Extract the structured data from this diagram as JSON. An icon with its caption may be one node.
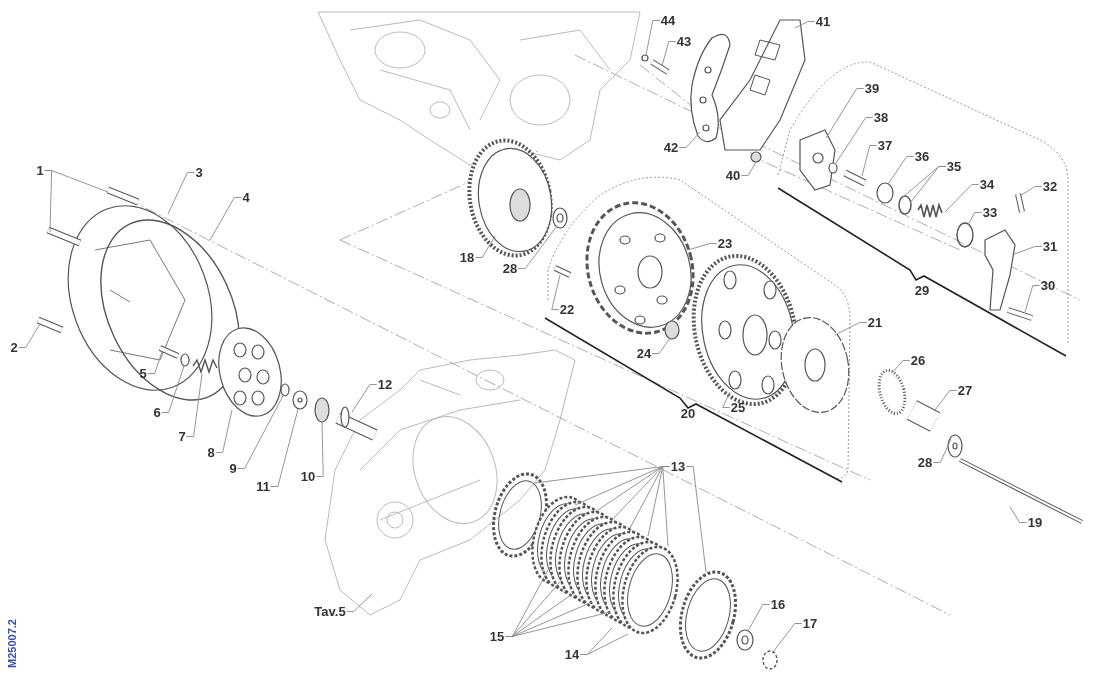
{
  "diagram": {
    "nodes": [
      {
        "text": [
          "1"
        ]
      },
      {
        "text": [
          "2"
        ]
      },
      {
        "text": [
          "3"
        ]
      },
      {
        "text": [
          "4"
        ]
      },
      {
        "text": [
          "5"
        ]
      },
      {
        "text": [
          "6"
        ]
      },
      {
        "text": [
          "7"
        ]
      },
      {
        "text": [
          "8"
        ]
      },
      {
        "text": [
          "9"
        ]
      },
      {
        "text": [
          "10"
        ]
      },
      {
        "text": [
          "11"
        ]
      },
      {
        "text": [
          "12"
        ]
      },
      {
        "text": [
          "13"
        ]
      },
      {
        "text": [
          "14"
        ]
      },
      {
        "text": [
          "15"
        ]
      },
      {
        "text": [
          "16"
        ]
      },
      {
        "text": [
          "17"
        ]
      },
      {
        "text": [
          "18"
        ]
      },
      {
        "text": [
          "19"
        ]
      },
      {
        "text": [
          "21"
        ]
      },
      {
        "text": [
          "22"
        ]
      },
      {
        "text": [
          "23"
        ]
      },
      {
        "text": [
          "24"
        ]
      },
      {
        "text": [
          "25"
        ]
      },
      {
        "text": [
          "26"
        ]
      },
      {
        "text": [
          "27"
        ]
      },
      {
        "text": [
          "28"
        ]
      },
      {
        "text": [
          "28"
        ]
      },
      {
        "text": [
          "30"
        ]
      },
      {
        "text": [
          "31"
        ]
      },
      {
        "text": [
          "32"
        ]
      },
      {
        "text": [
          "33"
        ]
      },
      {
        "text": [
          "34"
        ]
      },
      {
        "text": [
          "35"
        ]
      },
      {
        "text": [
          "36"
        ]
      },
      {
        "text": [
          "37"
        ]
      },
      {
        "text": [
          "38"
        ]
      },
      {
        "text": [
          "39"
        ]
      },
      {
        "text": [
          "40"
        ]
      },
      {
        "text": [
          "41"
        ]
      },
      {
        "text": [
          "42"
        ]
      },
      {
        "text": [
          "43"
        ]
      },
      {
        "text": [
          "44"
        ]
      },
      {
        "text": [
          "Tav.5"
        ]
      }
    ],
    "edges": [
      {
        "from": 0,
        "to": null,
        "arrow": "none"
      },
      {
        "from": 0,
        "to": null,
        "arrow": "none"
      },
      {
        "from": 1,
        "to": null,
        "arrow": "none"
      },
      {
        "from": 2,
        "to": null,
        "arrow": "none"
      },
      {
        "from": 3,
        "to": null,
        "arrow": "none"
      },
      {
        "from": 4,
        "to": null,
        "arrow": "none"
      },
      {
        "from": 5,
        "to": null,
        "arrow": "none"
      },
      {
        "from": 6,
        "to": null,
        "arrow": "none"
      },
      {
        "from": 7,
        "to": null,
        "arrow": "none"
      },
      {
        "from": 8,
        "to": null,
        "arrow": "none"
      },
      {
        "from": 9,
        "to": null,
        "arrow": "none"
      },
      {
        "from": 10,
        "to": null,
        "arrow": "none"
      },
      {
        "from": 11,
        "to": null,
        "arrow": "none"
      },
      {
        "from": 12,
        "to": null,
        "arrow": "none"
      },
      {
        "from": 12,
        "to": null,
        "arrow": "none"
      },
      {
        "from": 12,
        "to": null,
        "arrow": "none"
      },
      {
        "from": 12,
        "to": null,
        "arrow": "none"
      },
      {
        "from": 12,
        "to": null,
        "arrow": "none"
      },
      {
        "from": 12,
        "to": null,
        "arrow": "none"
      },
      {
        "from": 12,
        "to": null,
        "arrow": "none"
      },
      {
        "from": 12,
        "to": null,
        "arrow": "none"
      },
      {
        "from": 13,
        "to": null,
        "arrow": "none"
      },
      {
        "from": 13,
        "to": null,
        "arrow": "none"
      },
      {
        "from": 14,
        "to": null,
        "arrow": "none"
      },
      {
        "from": 14,
        "to": null,
        "arrow": "none"
      },
      {
        "from": 14,
        "to": null,
        "arrow": "none"
      },
      {
        "from": 14,
        "to": null,
        "arrow": "none"
      },
      {
        "from": 14,
        "to": null,
        "arrow": "none"
      },
      {
        "from": 15,
        "to": null,
        "arrow": "none"
      },
      {
        "from": 16,
        "to": null,
        "arrow": "none"
      },
      {
        "from": 17,
        "to": null,
        "arrow": "none"
      },
      {
        "from": 18,
        "to": null,
        "arrow": "none"
      },
      {
        "from": 19,
        "to": null,
        "arrow": "none"
      },
      {
        "from": 20,
        "to": null,
        "arrow": "none"
      },
      {
        "from": 21,
        "to": null,
        "arrow": "none"
      },
      {
        "from": 22,
        "to": null,
        "arrow": "none"
      },
      {
        "from": 23,
        "to": null,
        "arrow": "none"
      },
      {
        "from": 24,
        "to": null,
        "arrow": "none"
      },
      {
        "from": 25,
        "to": null,
        "arrow": "none"
      },
      {
        "from": 26,
        "to": null,
        "arrow": "none"
      },
      {
        "from": 27,
        "to": null,
        "arrow": "none"
      },
      {
        "from": 28,
        "to": null,
        "arrow": "none"
      },
      {
        "from": 29,
        "to": null,
        "arrow": "none"
      },
      {
        "from": 30,
        "to": null,
        "arrow": "none"
      },
      {
        "from": 31,
        "to": null,
        "arrow": "none"
      },
      {
        "from": 32,
        "to": null,
        "arrow": "none"
      },
      {
        "from": 33,
        "to": null,
        "arrow": "none"
      },
      {
        "from": 33,
        "to": null,
        "arrow": "none"
      },
      {
        "from": 34,
        "to": null,
        "arrow": "none"
      },
      {
        "from": 35,
        "to": null,
        "arrow": "none"
      },
      {
        "from": 36,
        "to": null,
        "arrow": "none"
      },
      {
        "from": 37,
        "to": null,
        "arrow": "none"
      },
      {
        "from": 38,
        "to": null,
        "arrow": "none"
      },
      {
        "from": 39,
        "to": null,
        "arrow": "none"
      },
      {
        "from": 40,
        "to": null,
        "arrow": "none"
      },
      {
        "from": 41,
        "to": null,
        "arrow": "none"
      },
      {
        "from": 42,
        "to": null,
        "arrow": "none"
      },
      {
        "from": 43,
        "to": null,
        "arrow": "none"
      }
    ],
    "labels": [
      "20",
      "29",
      "M25007.2"
    ]
  }
}
